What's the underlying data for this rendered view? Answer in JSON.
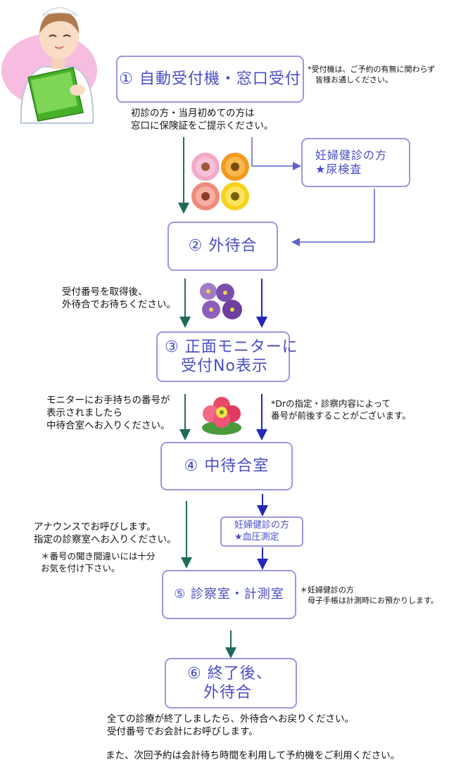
{
  "colors": {
    "box_border": "#9a98dc",
    "box_text": "#4a4dc4",
    "arrow_teal": "#1f6b5b",
    "arrow_blue": "#2326b8",
    "connector": "#5f63c8"
  },
  "steps": {
    "s1": "① 自動受付機・窓口受付",
    "s2": "② 外待合",
    "s3": "③ 正面モニターに\n　受付No表示",
    "s4": "④ 中待合室",
    "s5": "⑤ 診察室・計測室",
    "s6": "⑥ 終了後、\n　外待合"
  },
  "side_boxes": {
    "pregnancy_urine": "妊婦健診の方\n★尿検査",
    "pregnancy_bp": "妊婦健診の方\n★血圧測定"
  },
  "notes": {
    "n1": "*受付機は、ご予約の有無に関わらず\n　皆様お通しください。",
    "n2": "初診の方・当月初めての方は\n窓口に保険証をご提示ください。",
    "n3": "受付番号を取得後、\n外待合でお待ちください。",
    "n4": "モニターにお手持ちの番号が\n表示されましたら\n中待合室へお入りください。",
    "n5": "*Drの指定・診察内容によって\n番号が前後することがございます。",
    "n6": "アナウンスでお呼びします。\n指定の診察室へお入りください。",
    "n7": "＊番号の聞き間違いには十分\nお気を付け下さい。",
    "n8": "＊妊婦健診の方\n　母子手帳は計測時にお預かりします。",
    "n9": "全ての診療が終了しましたら、外待合へお戻りください。\n受付番号でお会計にお呼びします。",
    "n10": "また、次回予約は会計待ち時間を利用して予約機をご利用ください。"
  },
  "icons": {
    "nurse": "nurse-illustration",
    "flowers1": "gerbera-flowers",
    "flowers2": "pansy-flowers",
    "flowers3": "primrose-flower"
  }
}
